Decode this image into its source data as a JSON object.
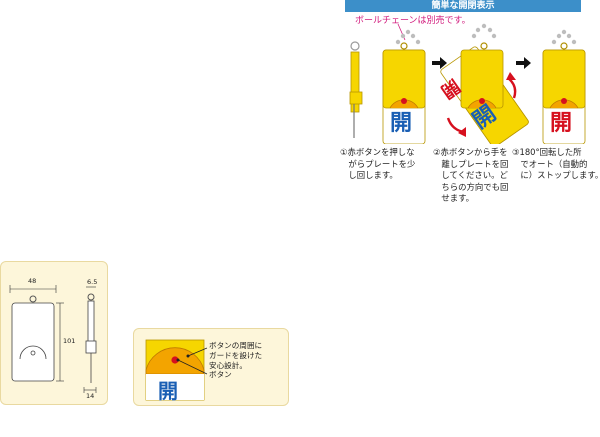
{
  "header": {
    "title": "簡単な開閉表示"
  },
  "note": {
    "text": "ボールチェーンは別売です。"
  },
  "plates": {
    "kanji": "開"
  },
  "steps": [
    {
      "text": "①赤ボタンを押しな\n　がらプレートを少\n　し回します。"
    },
    {
      "text": "②赤ボタンから手を\n　離しプレートを回\n　してください。ど\n　ちらの方向でも回\n　せます。"
    },
    {
      "text": "③180°回転した所\n　でオート（自動的\n　に）ストップします。"
    }
  ],
  "dimensions": {
    "width": "48",
    "height": "101",
    "depth_top": "6.5",
    "depth_bottom": "14"
  },
  "safety": {
    "guard_callout": "ボタンの周囲に\nガードを設けた\n安心設計。",
    "button_label": "ボタン"
  },
  "colors": {
    "yellow": "#f6d600",
    "red": "#d6101e",
    "blue": "#1a5fb4",
    "header_blue": "#3c8fc9",
    "pink": "#d1197c"
  },
  "icons": [
    "arrow-right-icon",
    "rotate-arrow-icon"
  ]
}
